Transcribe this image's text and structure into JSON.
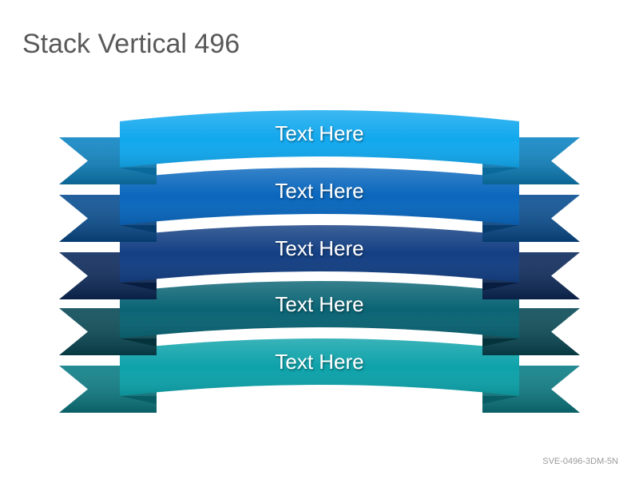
{
  "title": "Stack Vertical 496",
  "footer_code": "SVE-0496-3DM-5N",
  "ribbons": [
    {
      "label": "Text Here",
      "color": "#12a8ee",
      "tail": "#0d85c4",
      "fold": "#0a6a9c"
    },
    {
      "label": "Text Here",
      "color": "#0a67bd",
      "tail": "#094f93",
      "fold": "#073c6f"
    },
    {
      "label": "Text Here",
      "color": "#133f83",
      "tail": "#0c2a5c",
      "fold": "#081d40"
    },
    {
      "label": "Text Here",
      "color": "#0a6474",
      "tail": "#084a56",
      "fold": "#05333c"
    },
    {
      "label": "Text Here",
      "color": "#0ea2aa",
      "tail": "#0b7e86",
      "fold": "#085e64"
    }
  ]
}
